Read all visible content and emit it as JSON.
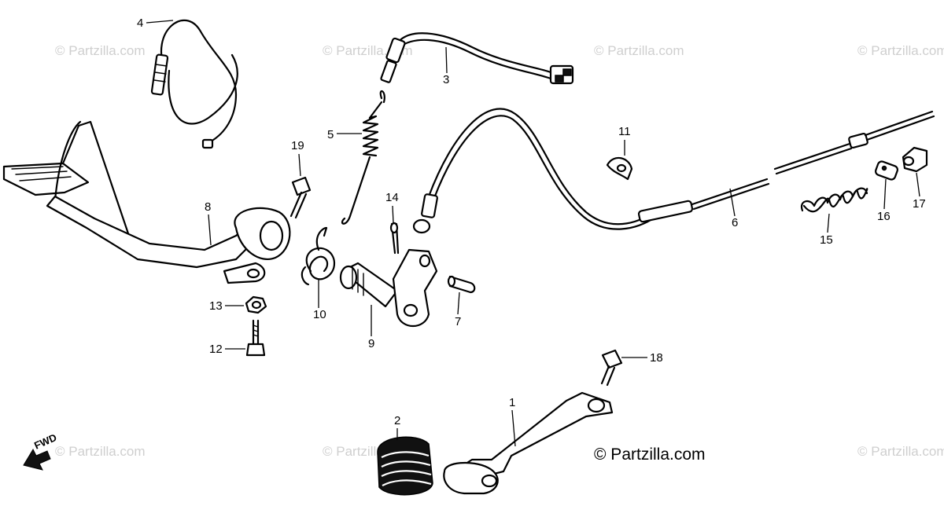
{
  "watermark": "© Partzilla.com",
  "copyright": "© Partzilla.com",
  "direction_label": "FWD",
  "callouts": [
    "1",
    "2",
    "3",
    "4",
    "5",
    "6",
    "7",
    "8",
    "9",
    "10",
    "11",
    "12",
    "13",
    "14",
    "15",
    "16",
    "17",
    "18",
    "19"
  ],
  "icons": {
    "direction": "fwd-arrow-icon"
  }
}
